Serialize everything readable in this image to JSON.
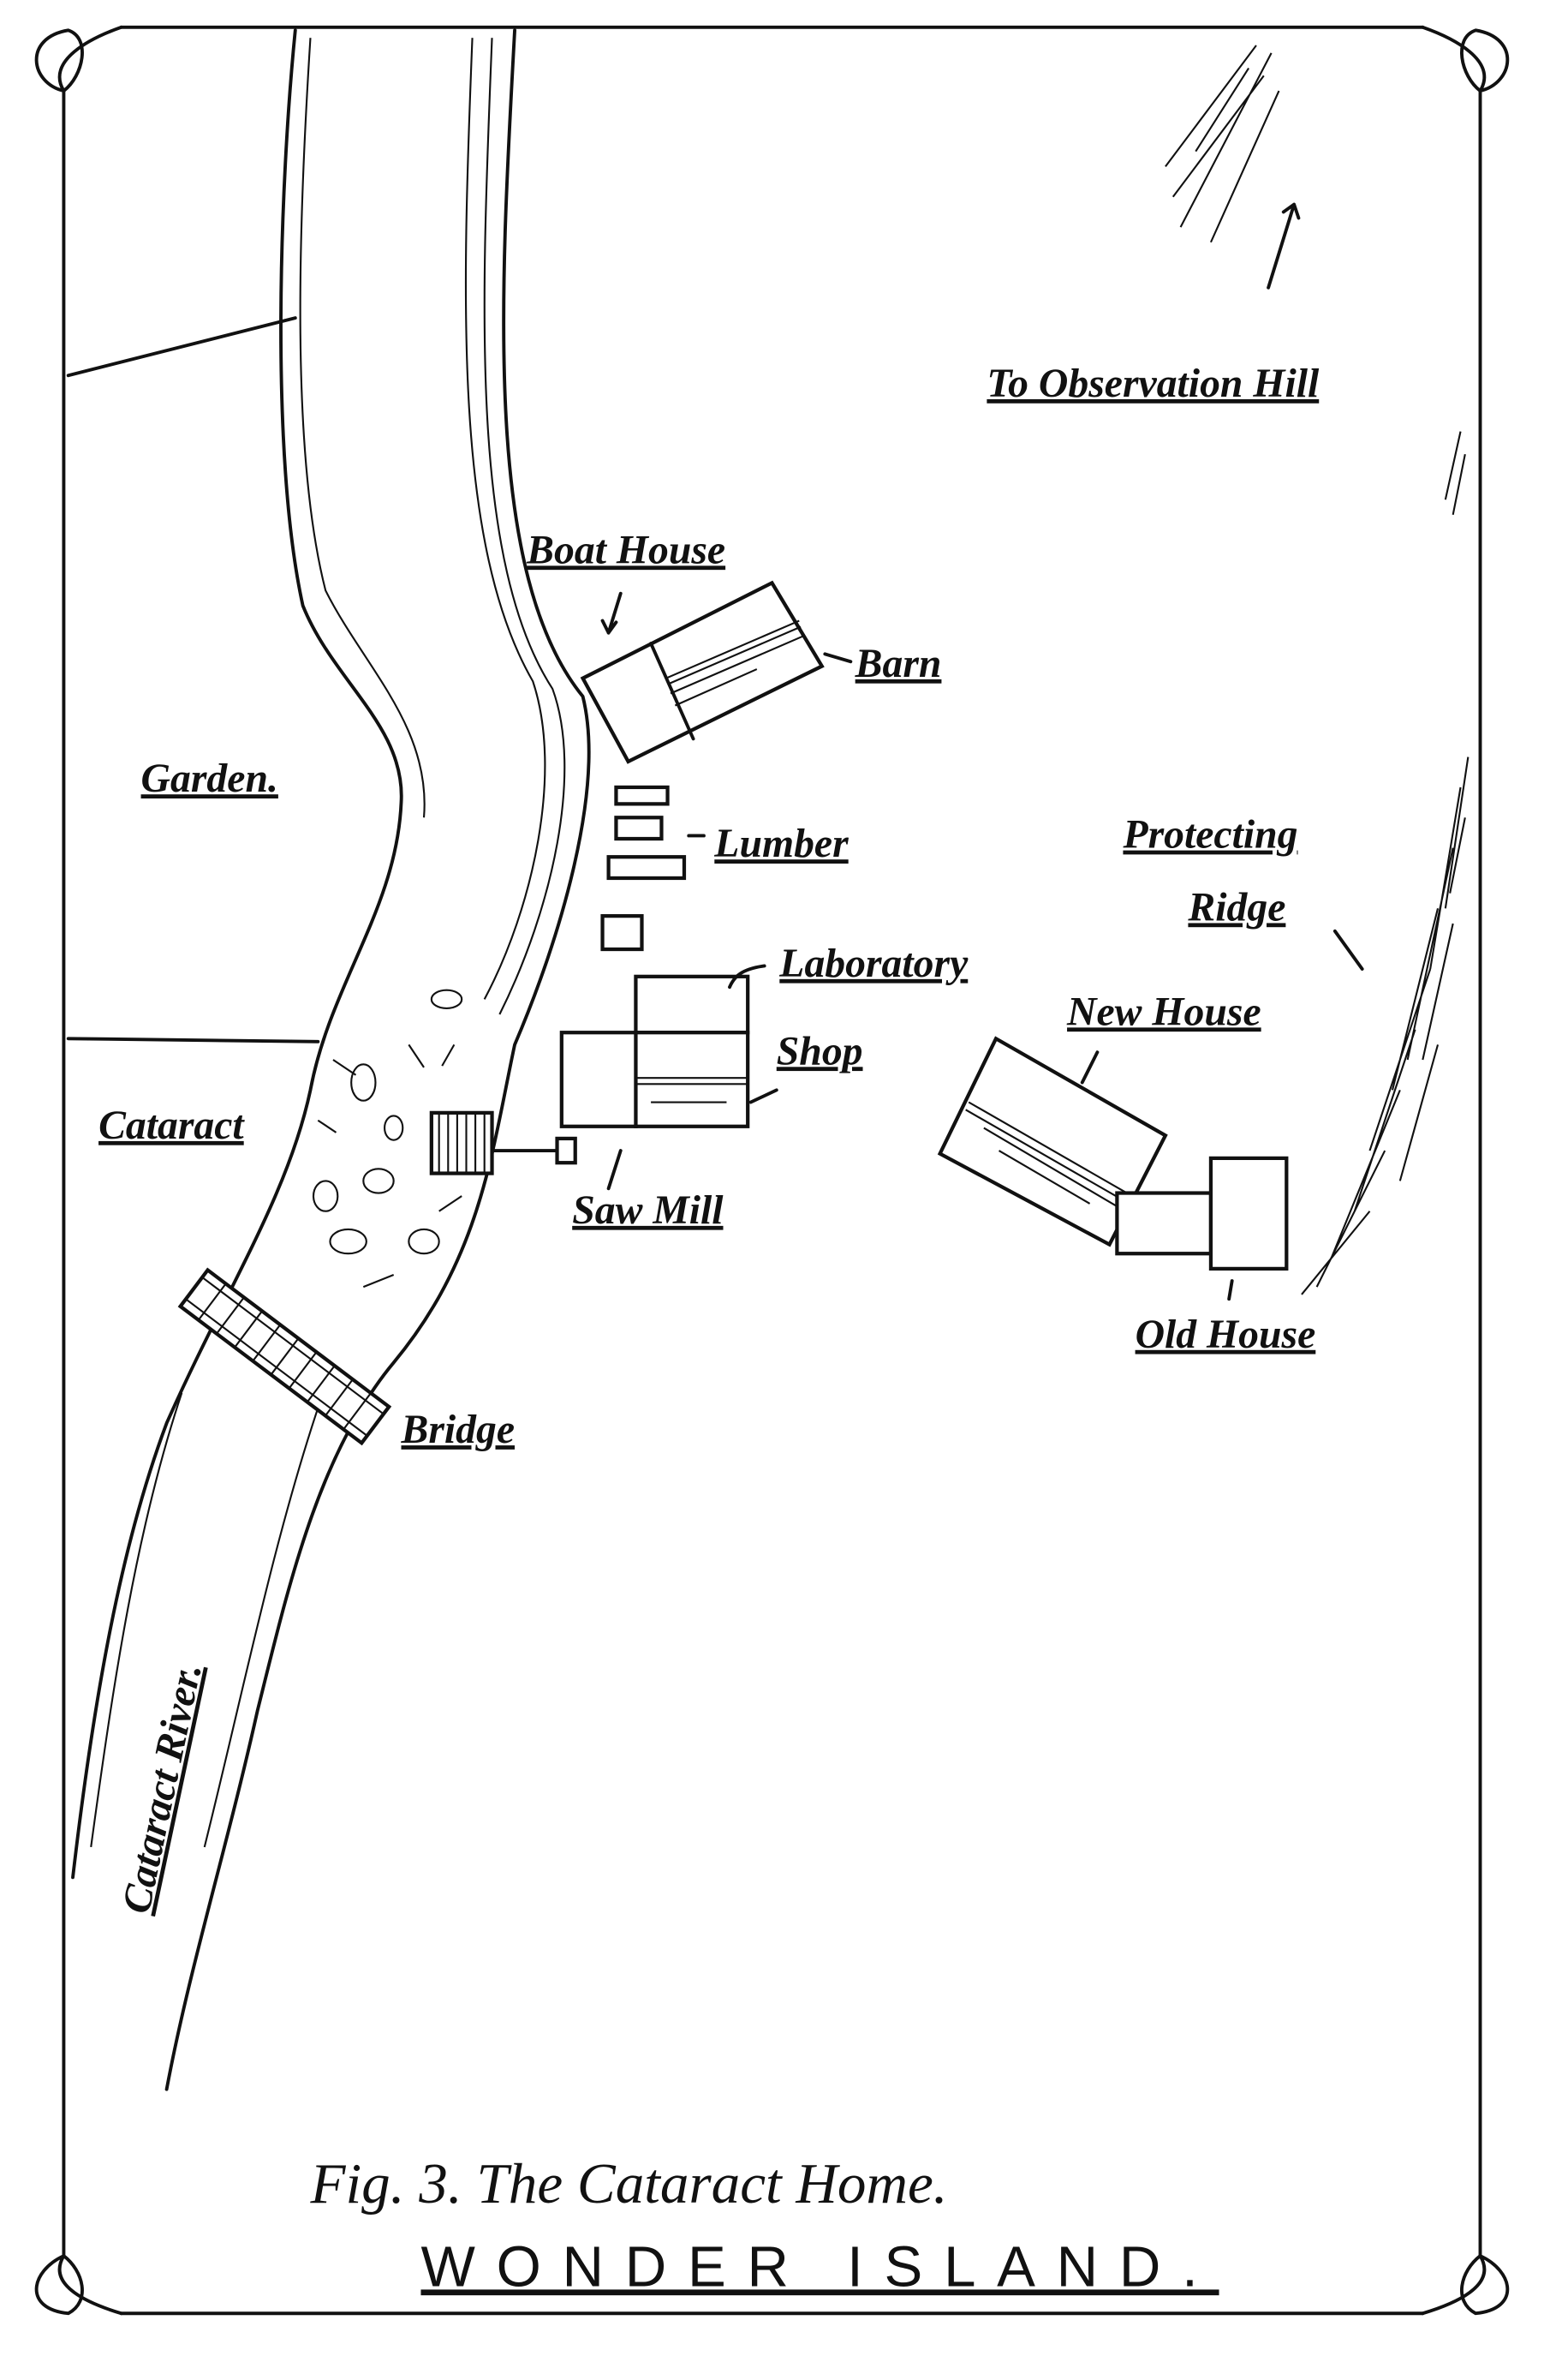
{
  "map": {
    "labels": {
      "observation_hill": "To Observation Hill",
      "boat_house": "Boat House",
      "barn": "Barn",
      "garden": "Garden.",
      "lumber": "Lumber",
      "protecting_ridge_1": "Protecting",
      "protecting_ridge_2": "Ridge",
      "laboratory": "Laboratory",
      "shop": "Shop",
      "new_house": "New House",
      "cataract": "Cataract",
      "saw_mill": "Saw Mill",
      "old_house": "Old House",
      "bridge": "Bridge",
      "river": "Cataract River."
    },
    "caption": {
      "figure": "Fig. 3. The Cataract Home.",
      "title": "WONDER ISLAND."
    }
  }
}
